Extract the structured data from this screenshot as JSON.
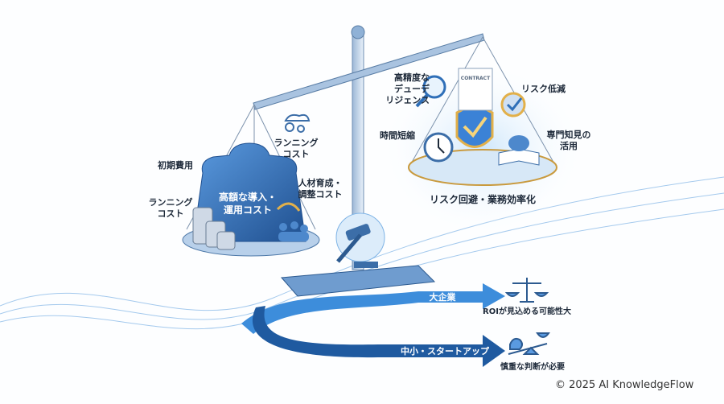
{
  "left_pan": {
    "weight_label": "高額な導入・\n運用コスト",
    "initial_cost": "初期費用",
    "running_cost_left": "ランニング\nコスト",
    "running_cost_top": "ランニング\nコスト",
    "hr_cost": "人材育成・\n調整コスト"
  },
  "right_pan": {
    "due_diligence": "高精度な\nデューデ\nリジェンス",
    "risk_reduction": "リスク低減",
    "time_saving": "時間短縮",
    "expertise": "専門知見の\n活用",
    "summary": "リスク回避・業務効率化",
    "contract_doc": "CONTRACT"
  },
  "paths": {
    "large_enterprise": "大企業",
    "large_result": "ROIが見込める可能性大",
    "sme": "中小・スタートアップ",
    "sme_result": "慎重な判断が必要"
  },
  "copyright": "© 2025 AI KnowledgeFlow",
  "colors": {
    "primary": "#2f6fb8",
    "dark": "#1f4f8f",
    "light": "#8fc3ec",
    "gold": "#e2b04a"
  }
}
